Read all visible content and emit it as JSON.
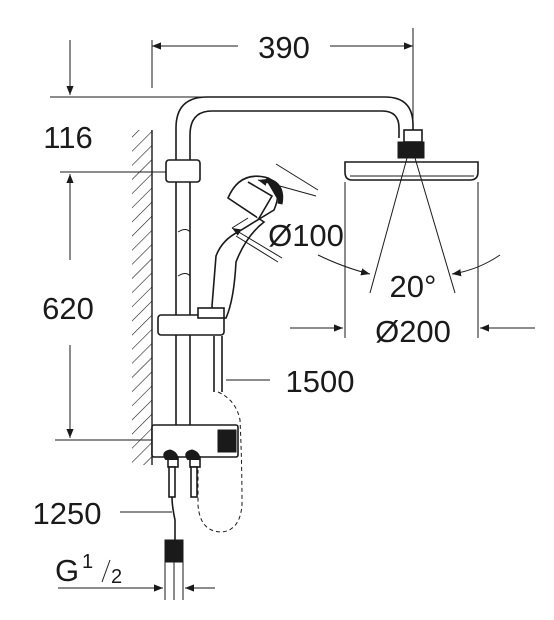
{
  "dimensions": {
    "width_top": "390",
    "height_arm": "116",
    "height_rail": "620",
    "hand_shower_diameter": "Ø100",
    "head_angle": "20°",
    "head_diameter": "Ø200",
    "hose_length": "1500",
    "inlet_height": "1250",
    "thread_prefix": "G",
    "thread_num": "1",
    "thread_den": "2"
  },
  "parts": [
    "wall",
    "riser-rail",
    "overhead-arm",
    "head-shower",
    "hand-shower",
    "slider",
    "wall-bracket",
    "thermostat-body",
    "hose",
    "inlet-hoses"
  ]
}
